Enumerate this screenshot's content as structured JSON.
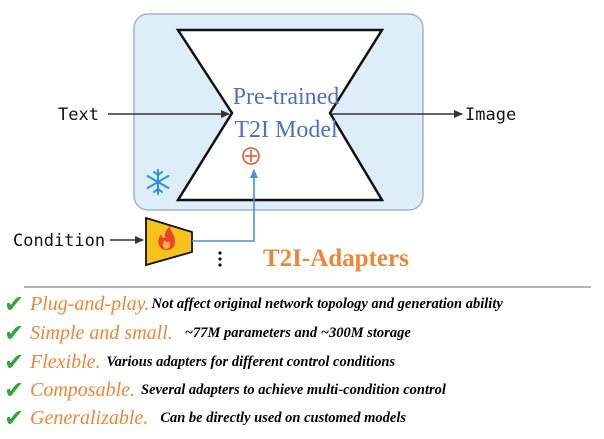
{
  "diagram": {
    "input_text_label": "Text",
    "condition_label": "Condition",
    "model_line1": "Pre-trained",
    "model_line2": "T2I Model",
    "output_label": "Image",
    "adapters_title": "T2I-Adapters",
    "ellipsis": "⋮",
    "snowflake": "❄",
    "flame": "🔥",
    "plus_symbol": "⊕"
  },
  "features": [
    {
      "name": "Plug-and-play.",
      "desc": "Not affect original network topology and generation ability"
    },
    {
      "name": "Simple and small.",
      "desc": "~77M parameters and ~300M storage"
    },
    {
      "name": "Flexible.",
      "desc": "Various adapters for different control conditions"
    },
    {
      "name": "Composable.",
      "desc": "Several adapters to achieve multi-condition control"
    },
    {
      "name": "Generalizable.",
      "desc": "Can be directly used on customed models"
    }
  ],
  "check_mark": "✔",
  "colors": {
    "accent_orange": "#f08535",
    "model_blue": "#4a72c4",
    "frozen_box": "#deeef9",
    "adapter_fill": "#f7c21a",
    "check_green": "#2fa83a",
    "connector_blue": "#4a90d9"
  }
}
